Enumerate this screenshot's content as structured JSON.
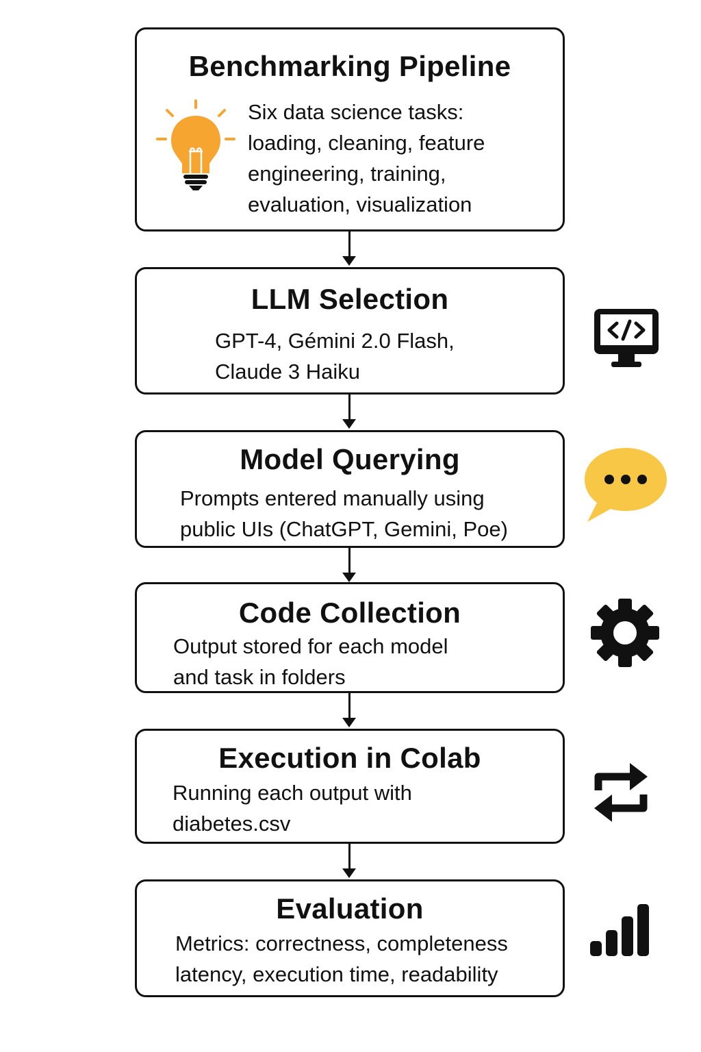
{
  "steps": [
    {
      "title": "Benchmarking Pipeline",
      "lines": [
        "Six data science tasks:",
        "loading, cleaning, feature",
        "engineering, training,",
        "evaluation, visualization"
      ],
      "icon": "lightbulb-icon"
    },
    {
      "title": "LLM Selection",
      "lines": [
        "GPT-4, Gémini 2.0 Flash,",
        "Claude 3 Haiku"
      ],
      "icon": "code-monitor-icon"
    },
    {
      "title": "Model Querying",
      "lines": [
        "Prompts entered manually using",
        "public UIs (ChatGPT, Gemini, Poe)"
      ],
      "icon": "chat-bubble-icon"
    },
    {
      "title": "Code Collection",
      "lines": [
        "Output stored for each model",
        "and task in folders"
      ],
      "icon": "gear-icon"
    },
    {
      "title": "Execution in Colab",
      "lines": [
        "Running each output with",
        "diabetes.csv"
      ],
      "icon": "repeat-arrows-icon"
    },
    {
      "title": "Evaluation",
      "lines": [
        "Metrics: correctness, completeness",
        "latency, execution time, readability"
      ],
      "icon": "bar-signal-icon"
    }
  ],
  "colors": {
    "stroke": "#111111",
    "bulb": "#F7A531",
    "bubble": "#F8C745"
  }
}
